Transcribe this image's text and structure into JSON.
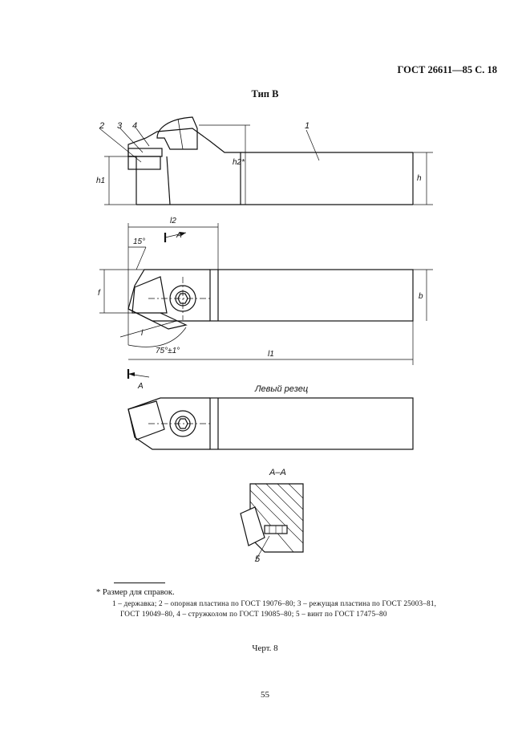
{
  "header": {
    "standard": "ГОСТ 26611—85 С. 18"
  },
  "drawing": {
    "type_label": "Тип В",
    "left_cutter_label": "Левый резец",
    "section_label": "А–А",
    "callouts": {
      "p1": "1",
      "p2": "2",
      "p3": "3",
      "p4": "4",
      "p5": "5"
    },
    "dims": {
      "h1": "h1",
      "h2": "h2*",
      "h": "h",
      "l2": "l2",
      "l1": "l1",
      "f": "f",
      "b": "b",
      "l": "l",
      "angle15": "15°",
      "angle75": "75°±1°",
      "sectionA": "А"
    }
  },
  "footnote": "* Размер для справок.",
  "legend": {
    "line1": "1 – державка; 2 – опорная пластина по ГОСТ 19076–80; 3 – режущая пластина по ГОСТ 25003–81,",
    "line2": "ГОСТ 19049–80, 4 – стружколом по ГОСТ 19085–80; 5 – винт по ГОСТ 17475–80"
  },
  "figure_caption": "Черт. 8",
  "page_number": "55"
}
